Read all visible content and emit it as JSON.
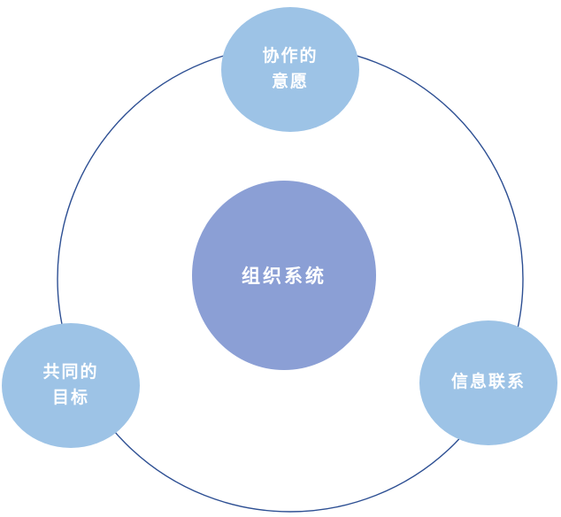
{
  "diagram": {
    "type": "radial-cycle",
    "background": "#FFFFFF",
    "colors": {
      "satellite_fill": "#9DC3E6",
      "center_fill": "#8B9FD5",
      "ring_stroke": "#2D4F93",
      "label_text": "#FFFFFF",
      "page_bg": "#FFFFFF"
    },
    "center": {
      "label": "组织系统"
    },
    "nodes": [
      {
        "position": "top",
        "label": "协作的\n意愿"
      },
      {
        "position": "bottom-left",
        "label": "共同的\n目标"
      },
      {
        "position": "bottom-right",
        "label": "信息联系"
      }
    ]
  }
}
